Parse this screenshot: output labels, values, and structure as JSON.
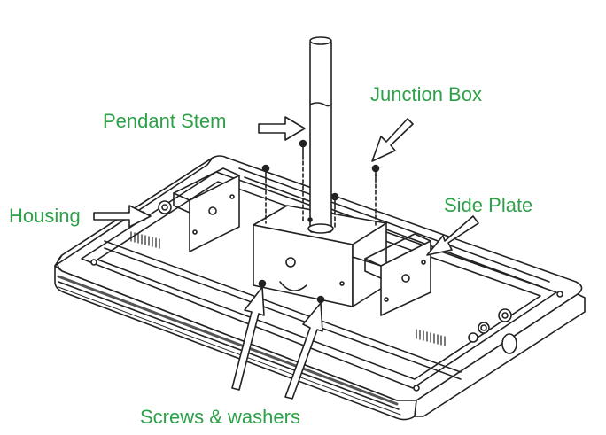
{
  "diagram": {
    "labels": {
      "pendant_stem": "Pendant Stem",
      "junction_box": "Junction Box",
      "housing": "Housing",
      "side_plate": "Side Plate",
      "screws_washers": "Screws & washers"
    },
    "colors": {
      "label_text": "#2ea04a",
      "line": "#222222",
      "fill": "#ffffff",
      "shade": "#555555"
    },
    "arrow_style": "hollow-outline"
  }
}
